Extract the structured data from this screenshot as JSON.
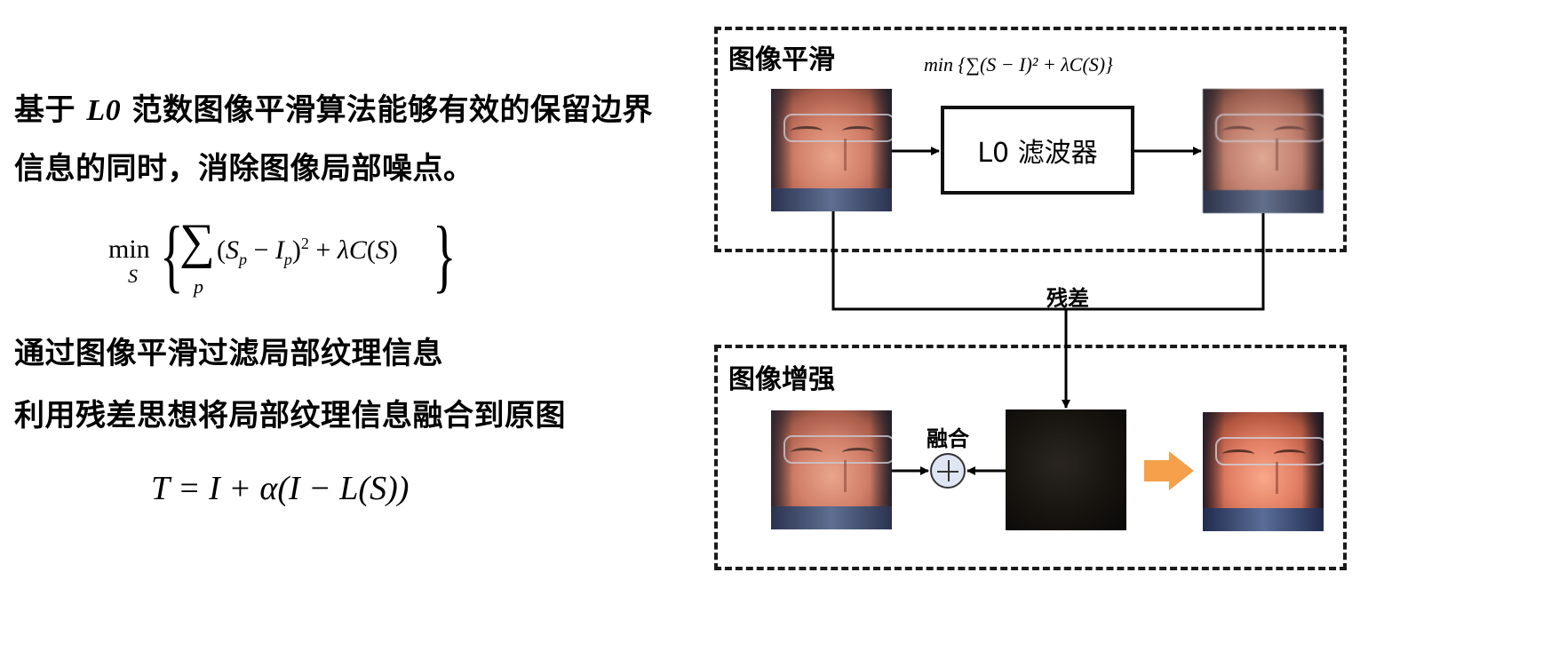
{
  "left": {
    "para1_line1_pre": "基于 ",
    "para1_math": "L0",
    "para1_line1_post": " 范数图像平滑算法能够有效的保留边界",
    "para1_line2": "信息的同时，消除图像局部噪点。",
    "formula1": {
      "operator": "min",
      "subscript": "S",
      "sum_index": "p",
      "body": "(S_p − I_p)² + λC(S)"
    },
    "point1": "通过图像平滑过滤局部纹理信息",
    "point2": "利用残差思想将局部纹理信息融合到原图",
    "formula2": "T = I + α(I − L(S))"
  },
  "diagram": {
    "top_panel_title": "图像平滑",
    "top_formula": "min {∑(S − I)² + λC(S)}",
    "filter_label": "L0  滤波器",
    "residual_label": "残差",
    "bottom_panel_title": "图像增强",
    "fusion_label": "融合",
    "colors": {
      "arrow_orange": "#f5a04a",
      "plus_fill": "#dfe5f2"
    },
    "icons": [
      "plus-circle-icon",
      "orange-arrow-icon"
    ]
  }
}
